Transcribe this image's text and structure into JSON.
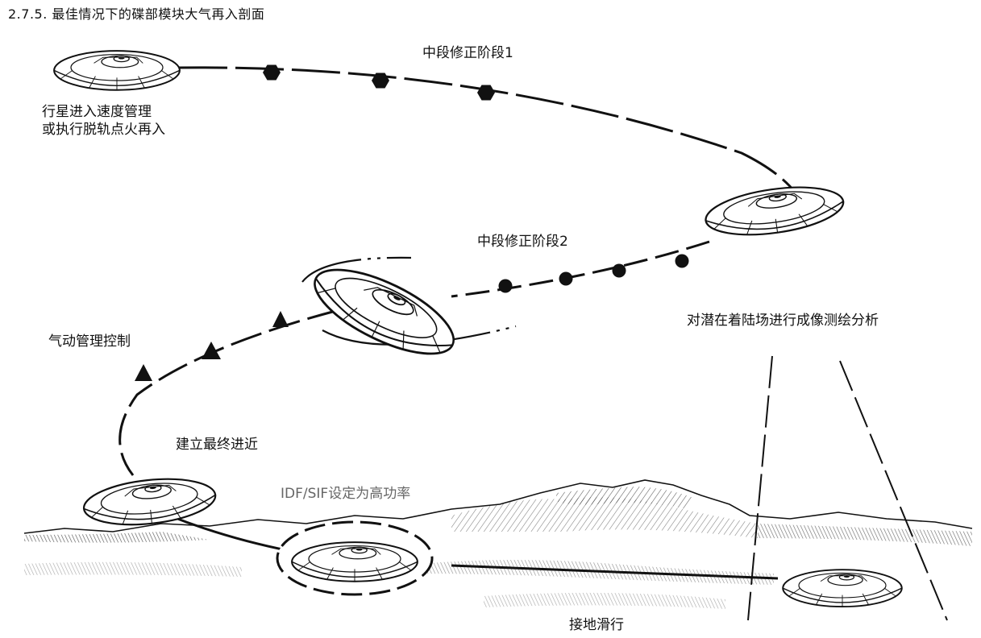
{
  "header": {
    "section_title": "2.7.5. 最佳情况下的碟部模块大气再入剖面"
  },
  "labels": {
    "entry_line1": "行星进入速度管理",
    "entry_line2": "或执行脱轨点火再入",
    "midcourse1": "中段修正阶段1",
    "midcourse2": "中段修正阶段2",
    "aero_control": "气动管理控制",
    "final_approach": "建立最终进近",
    "idf_sif": "IDF/SIF设定为高功率",
    "survey": "对潜在着陆场进行成像测绘分析",
    "touchdown": "接地滑行"
  },
  "icons": {
    "phase1_marker": "hexagon-icon",
    "phase2_marker": "circle-icon",
    "aero_marker": "triangle-icon",
    "craft": "saucer-icon"
  },
  "colors": {
    "ink": "#111111",
    "muted": "#666666",
    "background": "#ffffff"
  }
}
